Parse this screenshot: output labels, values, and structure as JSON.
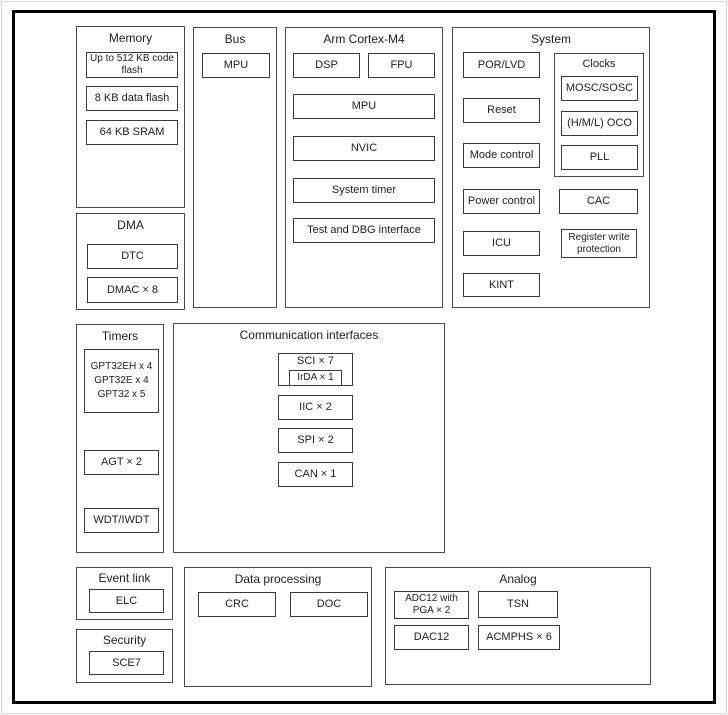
{
  "diagram": {
    "memory": {
      "title": "Memory",
      "code_flash": "Up to 512 KB code flash",
      "data_flash": "8 KB data flash",
      "sram": "64 KB SRAM"
    },
    "dma": {
      "title": "DMA",
      "dtc": "DTC",
      "dmac": "DMAC × 8"
    },
    "bus": {
      "title": "Bus",
      "mpu": "MPU"
    },
    "cortex": {
      "title": "Arm Cortex-M4",
      "dsp": "DSP",
      "fpu": "FPU",
      "mpu": "MPU",
      "nvic": "NVIC",
      "system_timer": "System timer",
      "test_dbg": "Test and DBG interface"
    },
    "system": {
      "title": "System",
      "por_lvd": "POR/LVD",
      "reset": "Reset",
      "mode_control": "Mode control",
      "power_control": "Power control",
      "icu": "ICU",
      "kint": "KINT",
      "clocks": {
        "title": "Clocks",
        "mosc_sosc": "MOSC/SOSC",
        "oco": "(H/M/L) OCO",
        "pll": "PLL"
      },
      "cac": "CAC",
      "register_write_protection": "Register write protection"
    },
    "timers": {
      "title": "Timers",
      "gpt_lines": [
        "GPT32EH x 4",
        "GPT32E x 4",
        "GPT32 x 5"
      ],
      "agt": "AGT × 2",
      "wdt": "WDT/IWDT"
    },
    "comm": {
      "title": "Communication interfaces",
      "sci": "SCI × 7",
      "irda": "IrDA × 1",
      "iic": "IIC × 2",
      "spi": "SPI × 2",
      "can": "CAN × 1"
    },
    "event_link": {
      "title": "Event link",
      "elc": "ELC"
    },
    "security": {
      "title": "Security",
      "sce7": "SCE7"
    },
    "data_processing": {
      "title": "Data processing",
      "crc": "CRC",
      "doc": "DOC"
    },
    "analog": {
      "title": "Analog",
      "adc": "ADC12 with PGA × 2",
      "tsn": "TSN",
      "dac": "DAC12",
      "acmphs": "ACMPHS × 6"
    }
  },
  "colors": {
    "frame": "#000000",
    "block_border": "#4a4a4a",
    "box_border": "#3a3a3a",
    "text": "#1f1f1f",
    "background": "#ffffff"
  }
}
